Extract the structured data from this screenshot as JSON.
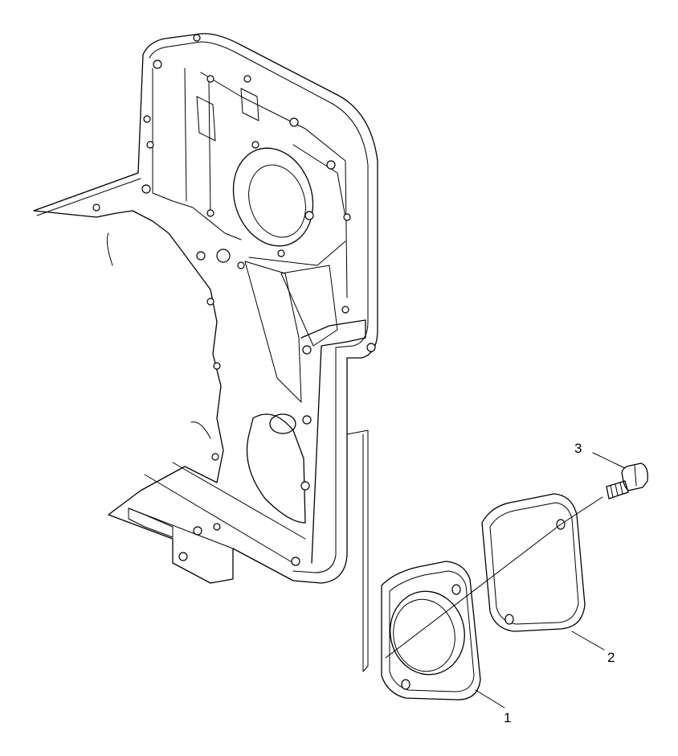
{
  "callouts": [
    {
      "number": "1"
    },
    {
      "number": "2"
    },
    {
      "number": "3"
    }
  ],
  "line_color": "#000000",
  "background_color": "#ffffff"
}
